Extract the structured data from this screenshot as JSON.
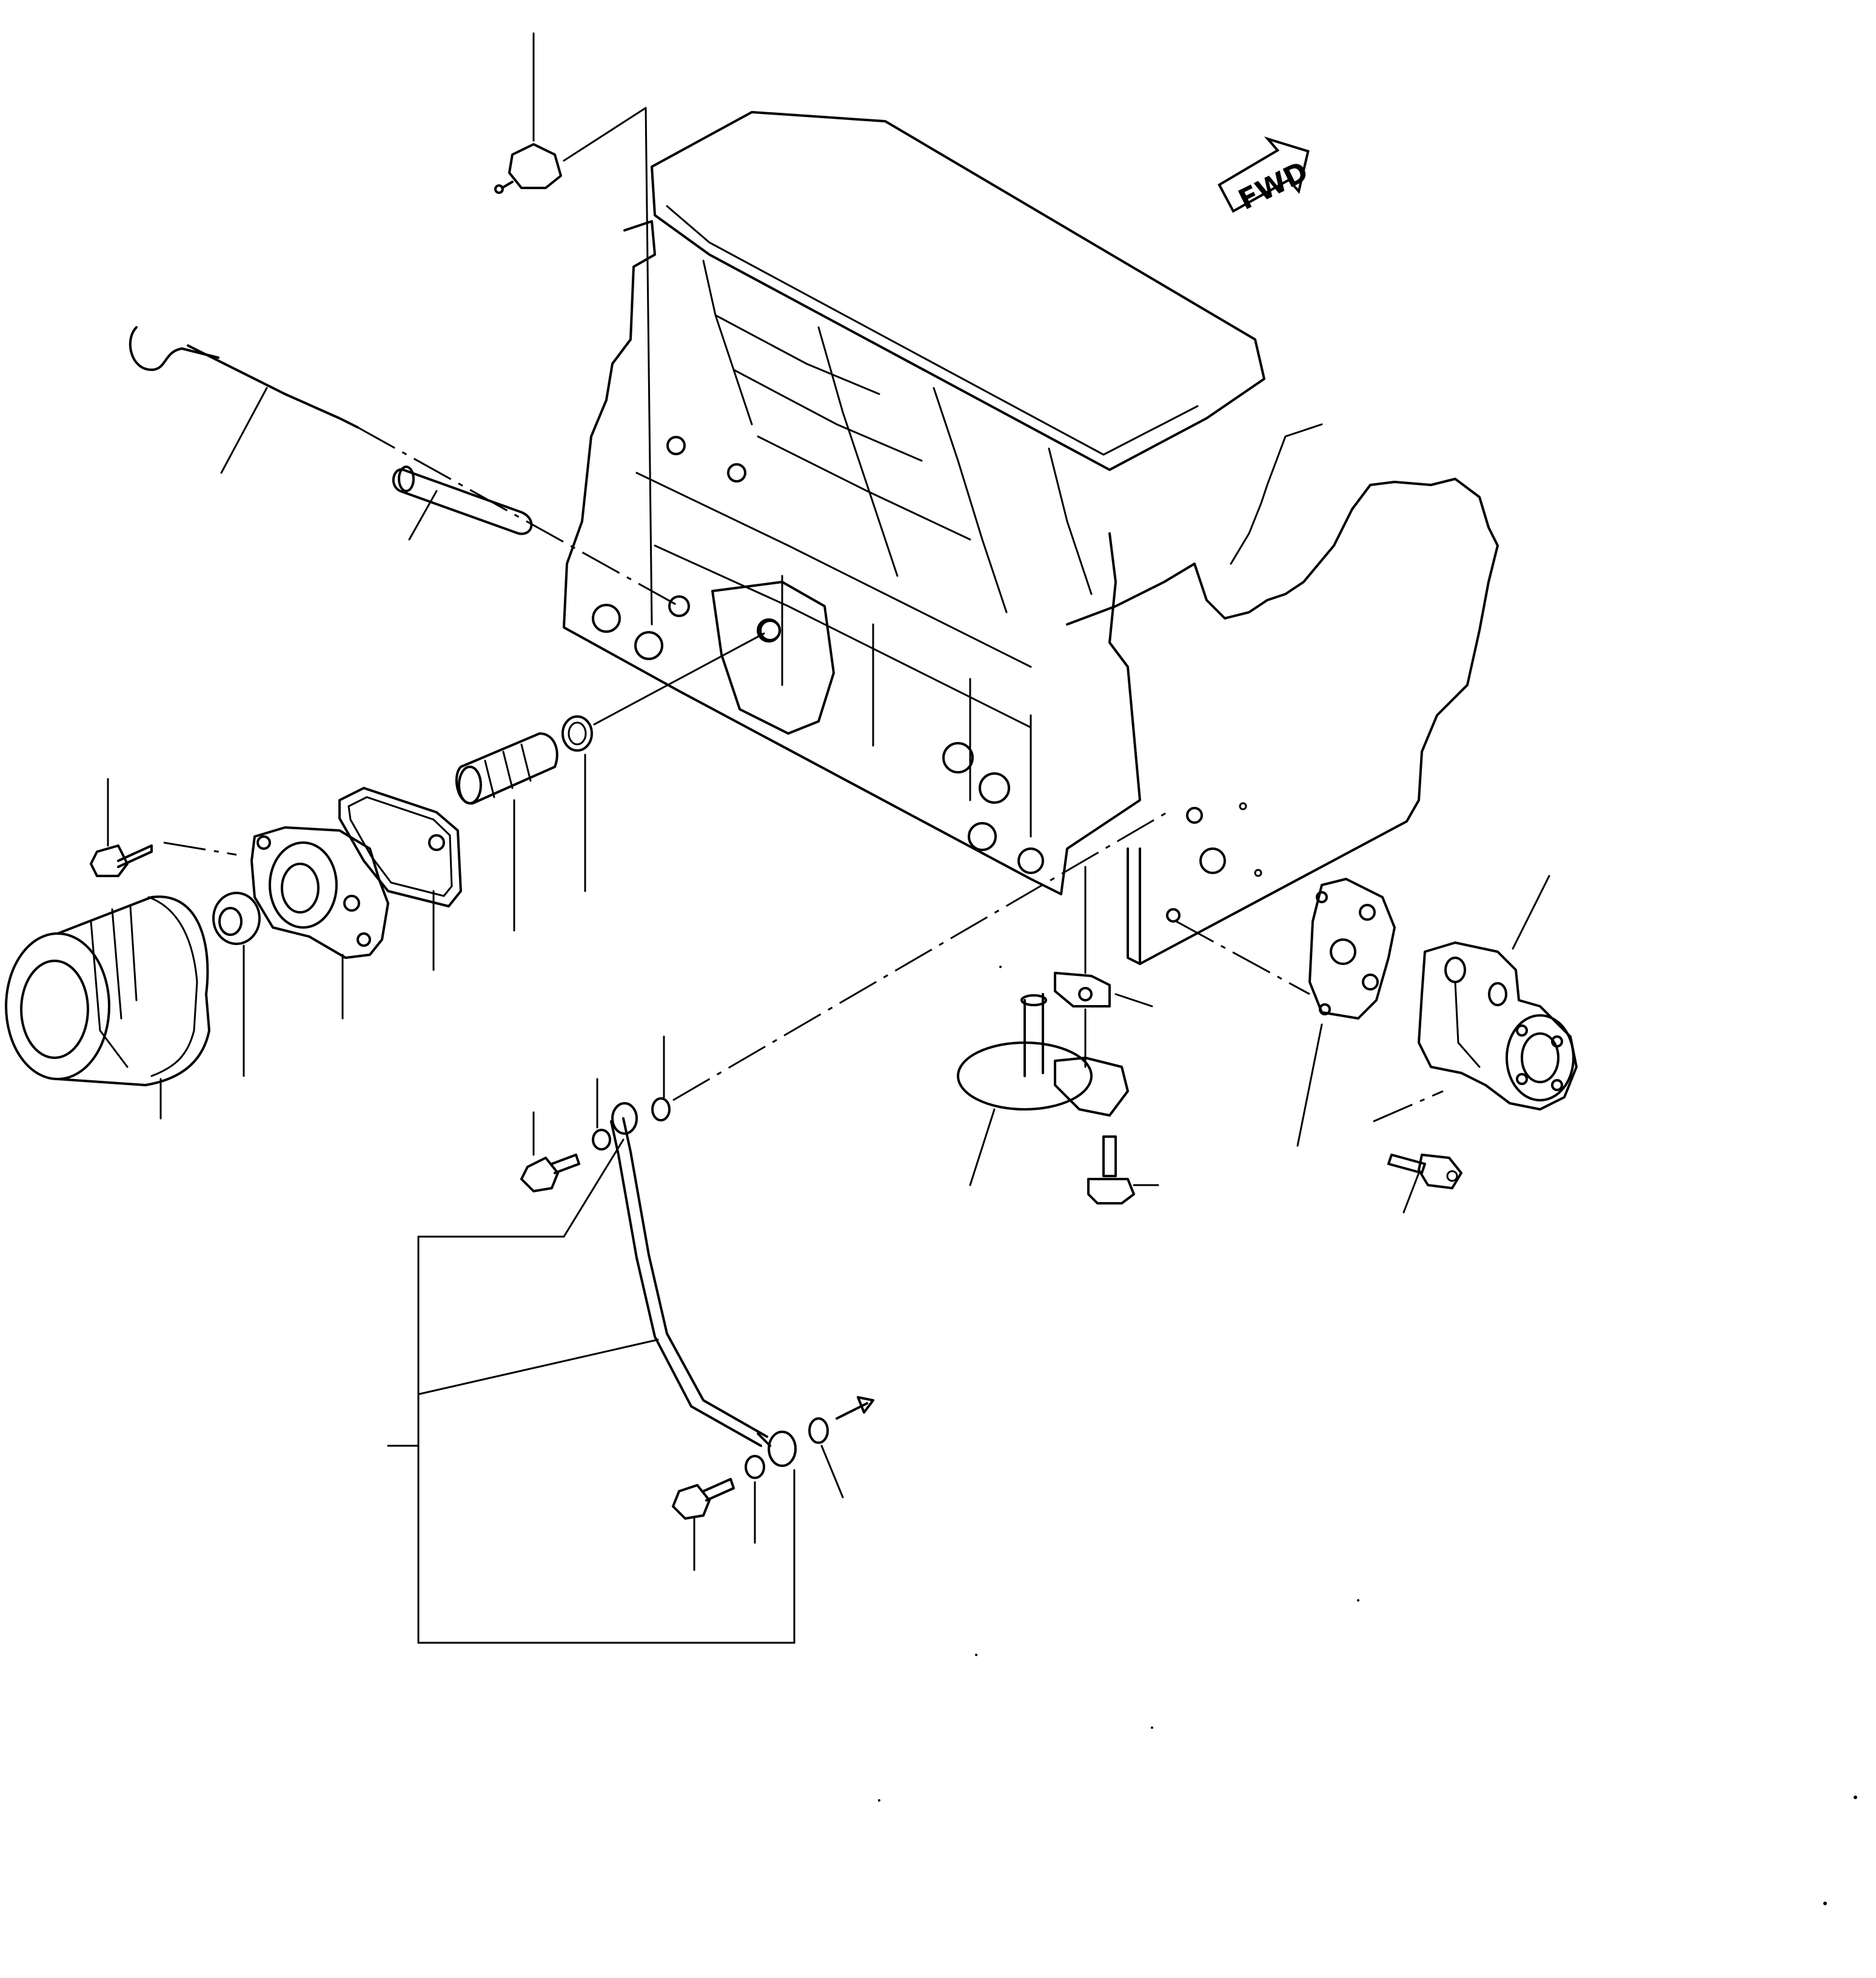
{
  "diagram": {
    "direction_marker": {
      "label": "FWD",
      "icon": "forward-arrow-icon"
    },
    "parts": [
      {
        "id": "oil-pressure-switch",
        "icon": "oil-pressure-switch-icon"
      },
      {
        "id": "dipstick",
        "icon": "dipstick-icon"
      },
      {
        "id": "dipstick-guide-tube",
        "icon": "tube-icon"
      },
      {
        "id": "cylinder-block",
        "icon": "engine-block-icon"
      },
      {
        "id": "oil-filter-cartridge",
        "icon": "oil-filter-icon"
      },
      {
        "id": "filter-bolt",
        "icon": "bolt-icon"
      },
      {
        "id": "relief-valve",
        "icon": "valve-icon"
      },
      {
        "id": "filter-bracket",
        "icon": "bracket-icon"
      },
      {
        "id": "bracket-gasket",
        "icon": "gasket-icon"
      },
      {
        "id": "union-nipple",
        "icon": "nipple-icon"
      },
      {
        "id": "o-ring",
        "icon": "o-ring-icon"
      },
      {
        "id": "oil-strainer",
        "icon": "strainer-icon"
      },
      {
        "id": "strainer-gasket",
        "icon": "gasket-icon"
      },
      {
        "id": "strainer-bolt",
        "icon": "bolt-icon"
      },
      {
        "id": "oil-pump-gasket",
        "icon": "gasket-icon"
      },
      {
        "id": "oil-pump",
        "icon": "oil-pump-icon"
      },
      {
        "id": "pump-bolt",
        "icon": "bolt-icon"
      },
      {
        "id": "oil-pipe",
        "icon": "pipe-icon"
      },
      {
        "id": "eye-bolt-upper",
        "icon": "bolt-icon"
      },
      {
        "id": "eye-bolt-lower",
        "icon": "bolt-icon"
      },
      {
        "id": "washer-upper",
        "icon": "washer-icon"
      },
      {
        "id": "washer-lower",
        "icon": "washer-icon"
      }
    ]
  }
}
